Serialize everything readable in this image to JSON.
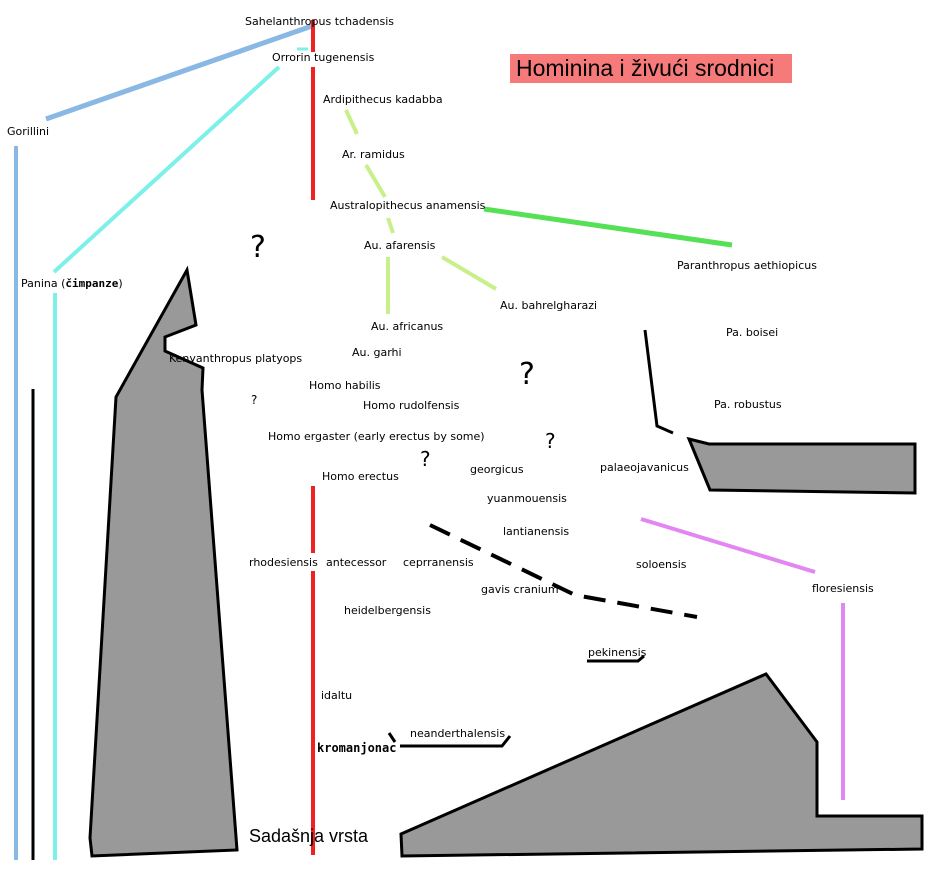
{
  "title": "Hominina i živući srodnici",
  "present_label": "Sadašnja vrsta",
  "colors": {
    "gorilla_line": "#8ab8e4",
    "panina_line": "#7ef0ea",
    "homo_line": "#ee2222",
    "australopith_line": "#c8f08a",
    "paranthropus_line": "#55e055",
    "floresiensis_line": "#e286f2",
    "shape_fill": "#999999",
    "title_bg": "#f77a7a"
  },
  "taxa": {
    "sahelanthropus": "Sahelanthropus tchadensis",
    "orrorin": "Orrorin tugenensis",
    "ardipithecus_kadabba": "Ardipithecus kadabba",
    "ar_ramidus": "Ar. ramidus",
    "au_anamensis": "Australopithecus anamensis",
    "au_afarensis": "Au. afarensis",
    "au_bahrelghazali": "Au. bahrelgharazi",
    "au_africanus": "Au. africanus",
    "au_garhi": "Au. garhi",
    "paranthropus_aethiopicus": "Paranthropus aethiopicus",
    "pa_boisei": "Pa. boisei",
    "pa_robustus": "Pa. robustus",
    "gorillini": "Gorillini",
    "panina_prefix": "Panina (",
    "panina_bold": "čimpanze",
    "panina_suffix": ")",
    "kenyanthropus": "Kenyanthropus platyops",
    "homo_habilis": "Homo habilis",
    "homo_rudolfensis": "Homo rudolfensis",
    "homo_ergaster": "Homo ergaster (early erectus by some)",
    "homo_erectus": "Homo erectus",
    "georgicus": "georgicus",
    "yuanmouensis": "yuanmouensis",
    "lantianensis": "lantianensis",
    "palaeojavanicus": "palaeojavanicus",
    "rhodesiensis": "rhodesiensis",
    "antecessor": "antecessor",
    "cepranensis": "ceprranensis",
    "gavis_cranium": "gavis cranium",
    "soloensis": "soloensis",
    "floresiensis": "floresiensis",
    "heidelbergensis": "heidelbergensis",
    "pekinensis": "pekinensis",
    "idaltu": "idaltu",
    "kromanjonac": "kromanjonac",
    "neanderthalensis": "neanderthalensis"
  },
  "question_marks": [
    "?",
    "?",
    "?",
    "?",
    "?"
  ]
}
